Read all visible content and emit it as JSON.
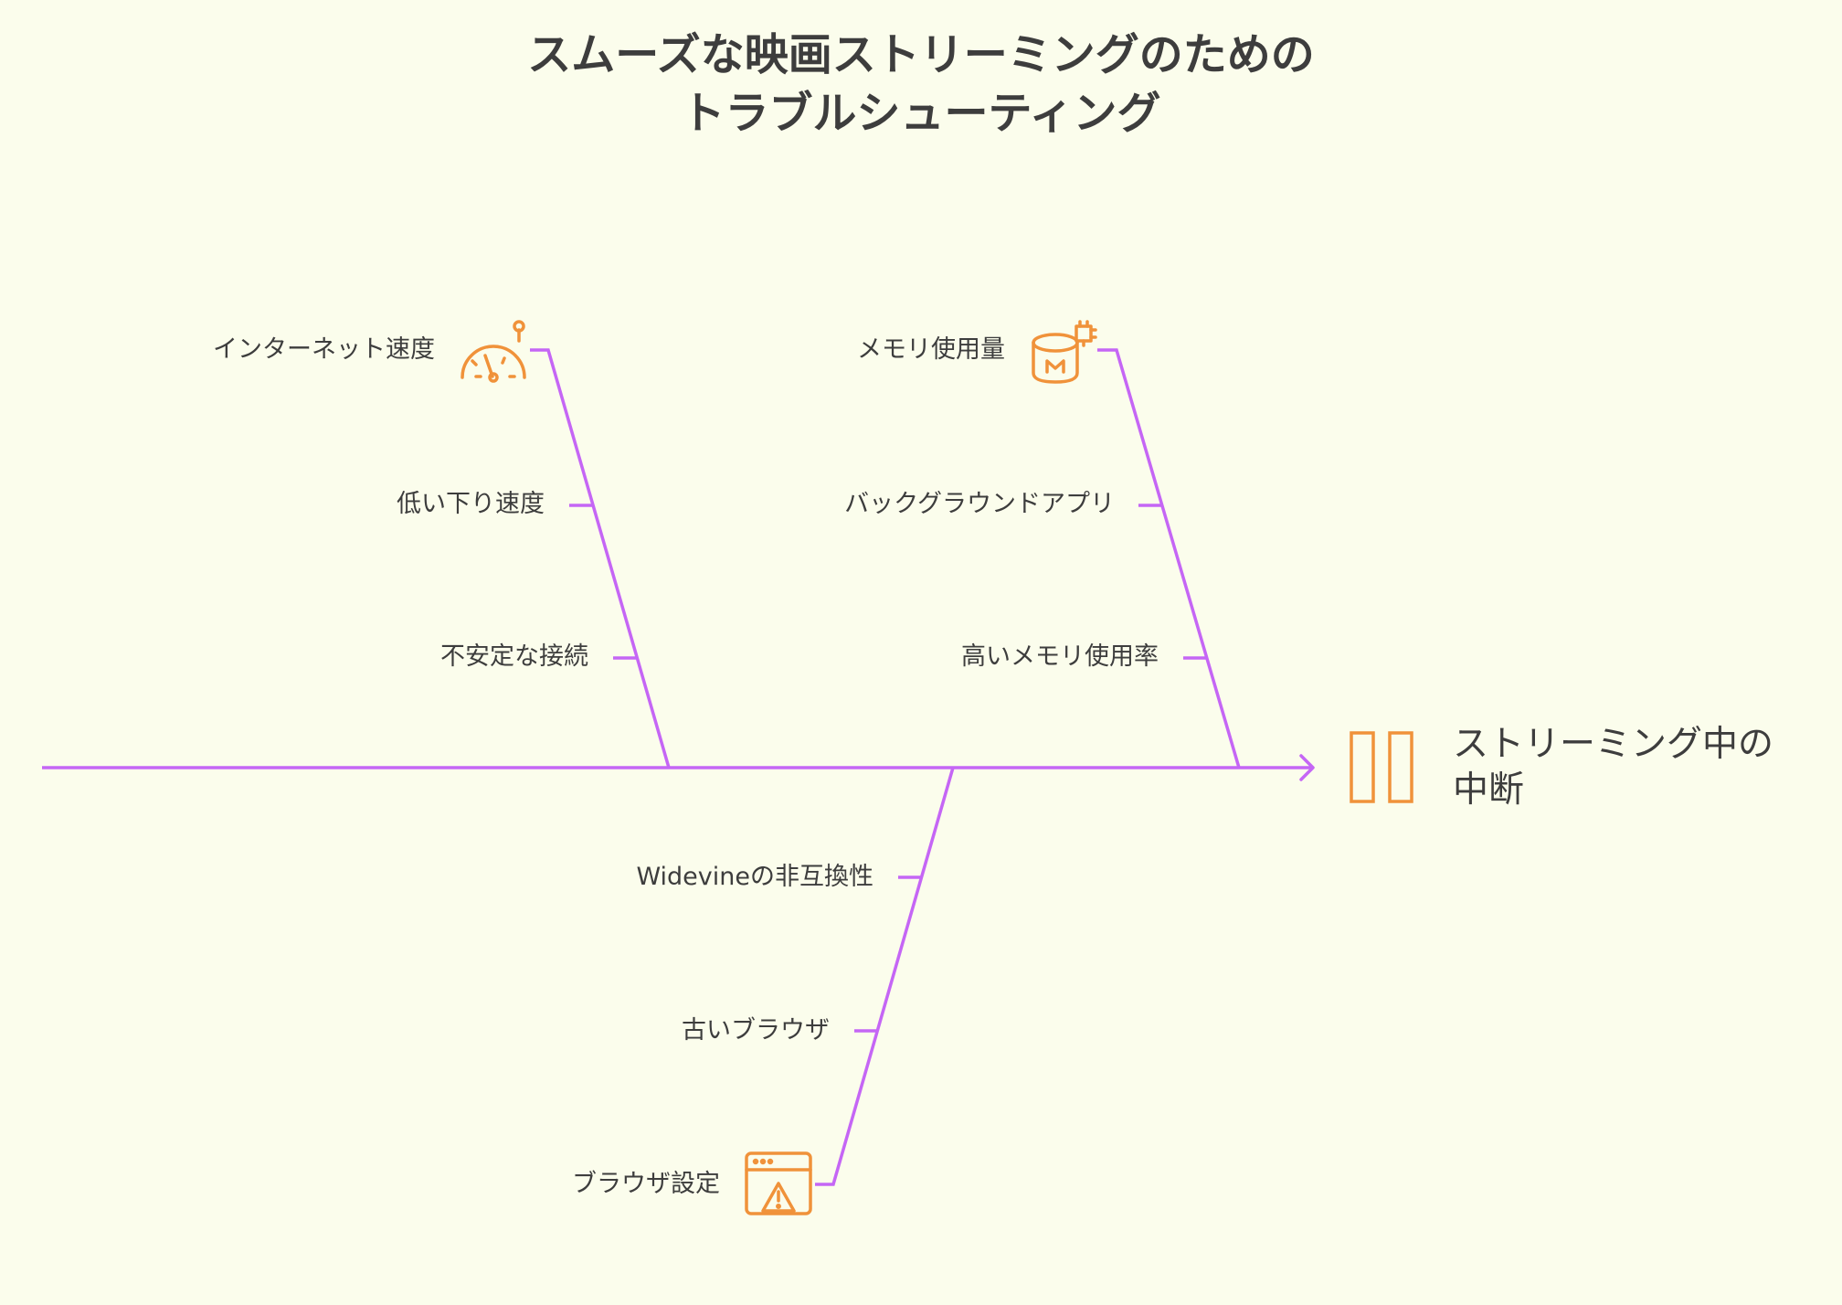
{
  "title": {
    "line1": "スムーズな映画ストリーミングのための",
    "line2": "トラブルシューティング"
  },
  "effect": {
    "line1": "ストリーミング中の",
    "line2": "中断",
    "icon": "pause-icon"
  },
  "categories": [
    {
      "label": "インターネット速度",
      "icon": "speedometer-icon",
      "causes": [
        "低い下り速度",
        "不安定な接続"
      ]
    },
    {
      "label": "メモリ使用量",
      "icon": "memory-chip-icon",
      "causes": [
        "バックグラウンドアプリ",
        "高いメモリ使用率"
      ]
    },
    {
      "label": "ブラウザ設定",
      "icon": "browser-warning-icon",
      "causes": [
        "Widevineの非互換性",
        "古いブラウザ"
      ]
    }
  ],
  "colors": {
    "background": "#fbfdec",
    "line": "#c566f5",
    "icon": "#f0923a",
    "text": "#3d3d3d"
  }
}
